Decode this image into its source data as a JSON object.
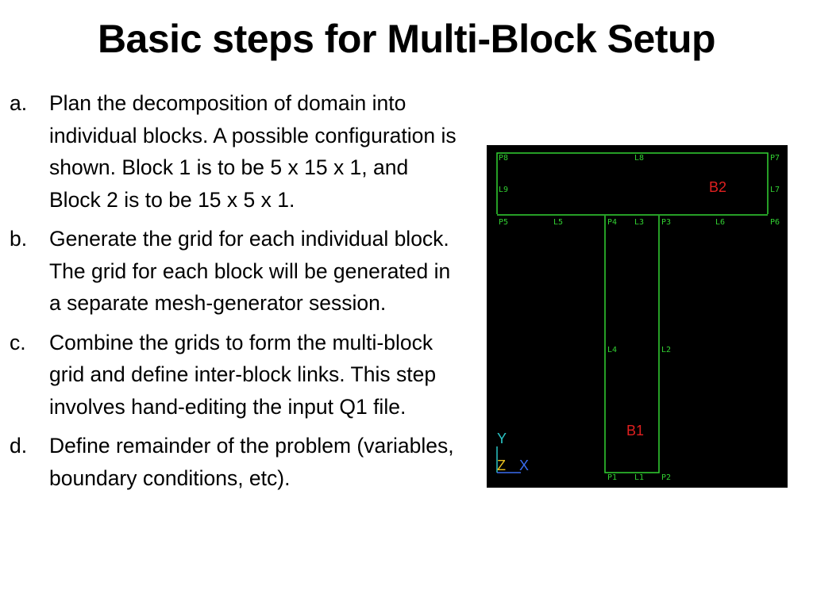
{
  "slide": {
    "title": "Basic steps for Multi-Block Setup"
  },
  "steps": [
    {
      "marker": "a.",
      "text": "Plan the decomposition of domain into individual blocks. A possible configuration is shown. Block 1 is to be 5 x 15 x 1, and Block 2 is to be 15 x 5 x 1."
    },
    {
      "marker": "b.",
      "text": "Generate the grid for each individual block. The grid for each block will be generated in a separate mesh-generator session."
    },
    {
      "marker": "c.",
      "text": "Combine the grids to form the multi-block grid and define inter-block links. This step involves hand-editing the input Q1 file."
    },
    {
      "marker": "d.",
      "text": "Define remainder of the problem (variables, boundary conditions, etc)."
    }
  ],
  "diagram": {
    "colors": {
      "background": "#000000",
      "edges": "#32d232",
      "block_labels": "#e02020"
    },
    "points": {
      "p1": "P1",
      "p2": "P2",
      "p3": "P3",
      "p4": "P4",
      "p5": "P5",
      "p6": "P6",
      "p7": "P7",
      "p8": "P8"
    },
    "lines": {
      "l1": "L1",
      "l2": "L2",
      "l3": "L3",
      "l4": "L4",
      "l5": "L5",
      "l6": "L6",
      "l7": "L7",
      "l8": "L8",
      "l9": "L9"
    },
    "blocks": {
      "b1": "B1",
      "b2": "B2"
    },
    "axes": {
      "y": "Y",
      "z": "Z",
      "x": "X"
    }
  }
}
